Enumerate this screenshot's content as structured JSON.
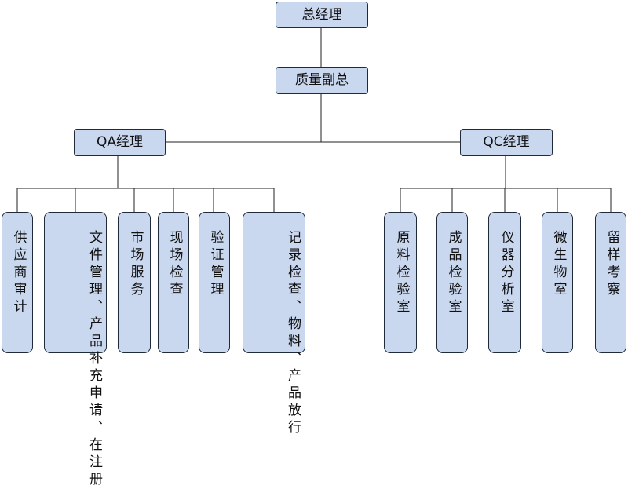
{
  "top": {
    "title": "总经理"
  },
  "deputy": {
    "title": "质量副总"
  },
  "qa": {
    "title": "QA经理",
    "items": [
      {
        "text": "供应商审计"
      },
      {
        "text": "文件管理、产品补充申请、在注册"
      },
      {
        "text": "市场服务"
      },
      {
        "text": "现场检查"
      },
      {
        "text": "验证管理"
      },
      {
        "text": "记录检查、物料、产品放行"
      }
    ]
  },
  "qc": {
    "title": "QC经理",
    "items": [
      {
        "text": "原料检验室"
      },
      {
        "text": "成品检验室"
      },
      {
        "text": "仪器分析室"
      },
      {
        "text": "微生物室"
      },
      {
        "text": "留样考察"
      }
    ]
  }
}
